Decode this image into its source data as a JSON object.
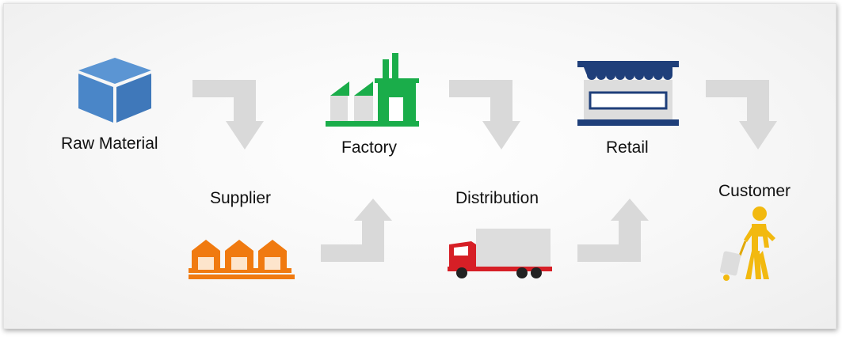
{
  "steps": {
    "raw_material": "Raw Material",
    "supplier": "Supplier",
    "factory": "Factory",
    "distribution": "Distribution",
    "retail": "Retail",
    "customer": "Customer"
  },
  "icons": {
    "raw_material": "cube-icon",
    "supplier": "warehouse-icon",
    "factory": "factory-icon",
    "distribution": "truck-icon",
    "retail": "storefront-icon",
    "customer": "person-with-luggage-icon"
  },
  "colors": {
    "cube": "#4a86c8",
    "warehouse": "#f07a10",
    "factory": "#1aad4a",
    "truck": "#d61f26",
    "store": "#1f3f7a",
    "person": "#f2b90f",
    "arrow": "#d9d9d9",
    "gray_fill": "#dddddd"
  }
}
